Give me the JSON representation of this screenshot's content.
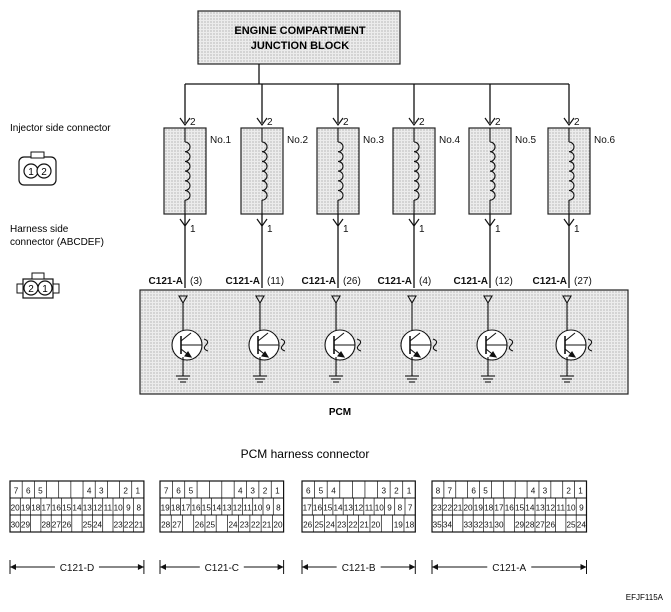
{
  "junction_block": {
    "line1": "ENGINE COMPARTMENT",
    "line2": "JUNCTION BLOCK"
  },
  "legend": {
    "injector_line1": "Injector side connector",
    "harness_line1": "Harness side",
    "harness_line2": "connector (ABCDEF)",
    "injector_pins": [
      "1",
      "2"
    ],
    "harness_pins": [
      "2",
      "1"
    ]
  },
  "injectors": [
    {
      "name": "No.1",
      "top_pin": "2",
      "bottom_pin": "1",
      "connector": "C121-A",
      "pcm_pin": "(3)"
    },
    {
      "name": "No.2",
      "top_pin": "2",
      "bottom_pin": "1",
      "connector": "C121-A",
      "pcm_pin": "(11)"
    },
    {
      "name": "No.3",
      "top_pin": "2",
      "bottom_pin": "1",
      "connector": "C121-A",
      "pcm_pin": "(26)"
    },
    {
      "name": "No.4",
      "top_pin": "2",
      "bottom_pin": "1",
      "connector": "C121-A",
      "pcm_pin": "(4)"
    },
    {
      "name": "No.5",
      "top_pin": "2",
      "bottom_pin": "1",
      "connector": "C121-A",
      "pcm_pin": "(12)"
    },
    {
      "name": "No.6",
      "top_pin": "2",
      "bottom_pin": "1",
      "connector": "C121-A",
      "pcm_pin": "(27)"
    }
  ],
  "pcm_label": "PCM",
  "harness_connector_title": "PCM harness connector",
  "connectors": [
    {
      "label": "C121-D",
      "rows": [
        [
          "7",
          "6",
          "5",
          "",
          "",
          "",
          "4",
          "3",
          "",
          "2",
          "1"
        ],
        [
          "20",
          "19",
          "18",
          "17",
          "16",
          "15",
          "14",
          "13",
          "12",
          "11",
          "10",
          "9",
          "8"
        ],
        [
          "30",
          "29",
          "",
          "28",
          "27",
          "26",
          "",
          "25",
          "24",
          "",
          "23",
          "22",
          "21"
        ]
      ]
    },
    {
      "label": "C121-C",
      "rows": [
        [
          "7",
          "6",
          "5",
          "",
          "",
          "",
          "4",
          "3",
          "2",
          "1"
        ],
        [
          "19",
          "18",
          "17",
          "16",
          "15",
          "14",
          "13",
          "12",
          "11",
          "10",
          "9",
          "8"
        ],
        [
          "28",
          "27",
          "",
          "26",
          "25",
          "",
          "24",
          "23",
          "22",
          "21",
          "20"
        ]
      ]
    },
    {
      "label": "C121-B",
      "rows": [
        [
          "6",
          "5",
          "4",
          "",
          "",
          "",
          "3",
          "2",
          "1"
        ],
        [
          "17",
          "16",
          "15",
          "14",
          "13",
          "12",
          "11",
          "10",
          "9",
          "8",
          "7"
        ],
        [
          "26",
          "25",
          "24",
          "23",
          "22",
          "21",
          "20",
          "",
          "19",
          "18"
        ]
      ]
    },
    {
      "label": "C121-A",
      "rows": [
        [
          "8",
          "7",
          "",
          "6",
          "5",
          "",
          "",
          "",
          "4",
          "3",
          "",
          "2",
          "1"
        ],
        [
          "23",
          "22",
          "21",
          "20",
          "19",
          "18",
          "17",
          "16",
          "15",
          "14",
          "13",
          "12",
          "11",
          "10",
          "9"
        ],
        [
          "35",
          "34",
          "",
          "33",
          "32",
          "31",
          "30",
          "",
          "29",
          "28",
          "27",
          "26",
          "",
          "25",
          "24"
        ]
      ]
    }
  ],
  "figure_code": "EFJF115A"
}
